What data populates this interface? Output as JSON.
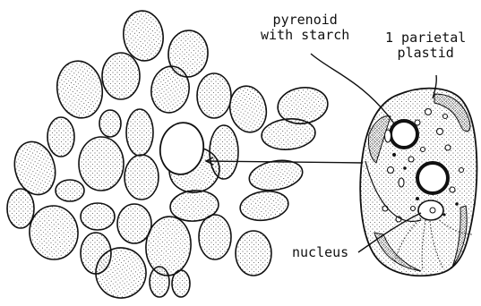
{
  "labels": {
    "pyrenoid_line1": "pyrenoid",
    "pyrenoid_line2": "with starch",
    "plastid_line1": "1 parietal",
    "plastid_line2": "plastid",
    "nucleus": "nucleus"
  },
  "style": {
    "ink": "#111111",
    "background": "#ffffff",
    "stipple": "#333333"
  }
}
